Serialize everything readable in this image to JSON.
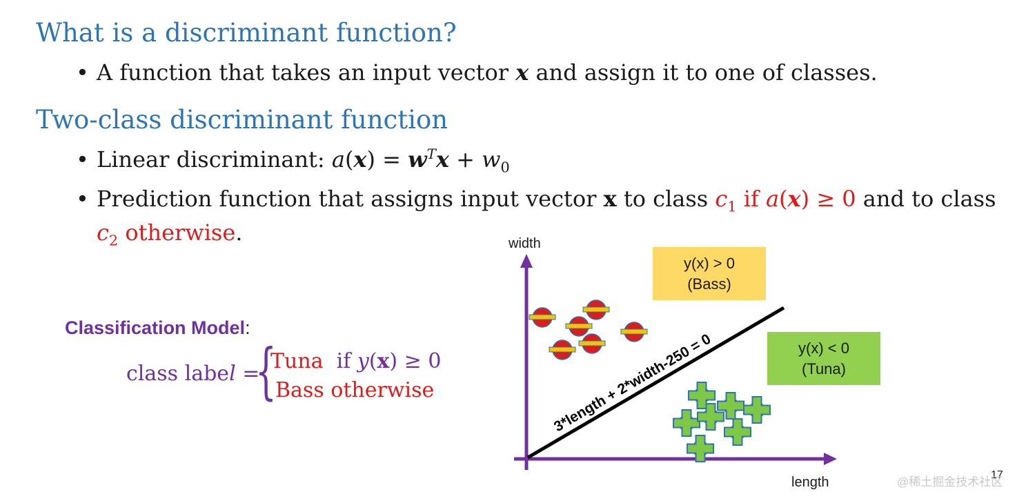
{
  "slide": {
    "heading1": "What is a discriminant function?",
    "bullet1": {
      "pre": "A function that takes an input vector ",
      "var": "x",
      "post": " and assign it to one of classes."
    },
    "heading2": "Two-class discriminant function",
    "bullet2": {
      "label": "Linear discriminant: ",
      "a": "a",
      "open": "(",
      "x": "x",
      "close": ")",
      "eq": " = ",
      "w": "w",
      "T": "T",
      "x2": "x",
      "plus": " + ",
      "w0": "w",
      "zero": "0"
    },
    "bullet3": {
      "pre": "Prediction function that assigns input vector ",
      "x": "x",
      "mid": " to class ",
      "c1": "c",
      "c1sub": "1",
      "cond_pre": " if ",
      "cond_a": "a",
      "cond_open": "(",
      "cond_x": "x",
      "cond_close": ") ≥ 0",
      "post": " and to class",
      "c2": "c",
      "c2sub": "2",
      "otherwise": " otherwise",
      "period": "."
    },
    "model": {
      "title": "Classification Model",
      "colon": ":",
      "lhs_pre": "class labe",
      "lhs_l": "l",
      "lhs_eq": " =",
      "brace": "{",
      "case1_label": "Tuna",
      "case1_if": "if ",
      "case1_y": "y",
      "case1_open": "(",
      "case1_x": "x",
      "case1_close": ") ≥ 0",
      "case2": "Bass otherwise"
    },
    "page_number": "17",
    "watermark": "@稀土掘金技术社区"
  },
  "chart": {
    "xlabel": "length",
    "ylabel": "width",
    "line_label": "3*length + 2*width-250 = 0",
    "box_bass_line1": "y(x) > 0",
    "box_bass_line2": "(Bass)",
    "box_tuna_line1": "y(x) < 0",
    "box_tuna_line2": "(Tuna)",
    "colors": {
      "axis": "#7030a0",
      "boundary": "#000000",
      "bass_fill": "#e01b1b",
      "bass_bar": "#f5c400",
      "tuna_fill": "#7ec845",
      "tuna_outline": "#2e75b6",
      "box_bass": "#ffd966",
      "box_tuna": "#92d050"
    }
  }
}
